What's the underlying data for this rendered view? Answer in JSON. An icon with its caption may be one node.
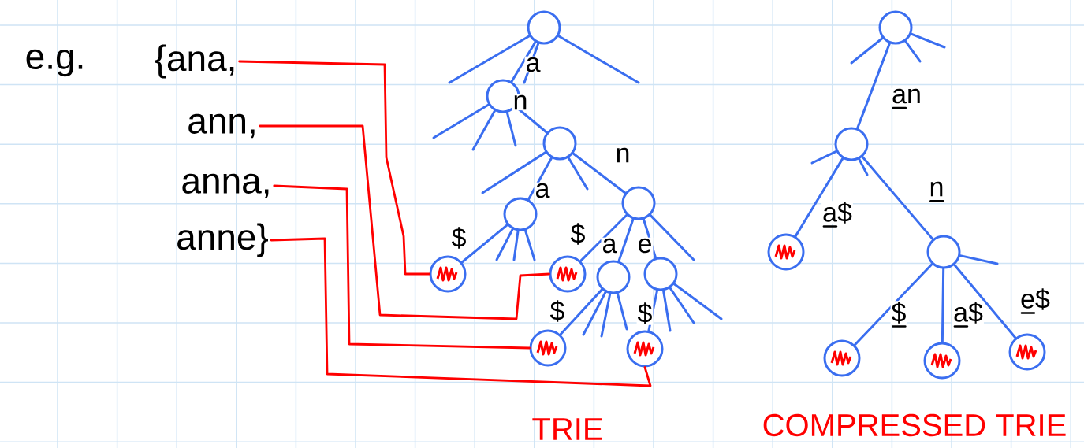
{
  "diagram": {
    "nodes": [
      {
        "text": [
          "{ana,"
        ]
      },
      {
        "text": [
          "ann,"
        ]
      },
      {
        "text": [
          "anna,"
        ]
      },
      {
        "text": [
          "anne}"
        ]
      },
      {
        "text": [],
        "shape": "circle"
      },
      {
        "text": [],
        "shape": "circle"
      },
      {
        "text": [],
        "shape": "circle"
      },
      {
        "text": [],
        "shape": "circle"
      },
      {
        "text": [],
        "shape": "circle"
      },
      {
        "text": [],
        "shape": "circle"
      },
      {
        "text": [],
        "shape": "circle"
      },
      {
        "text": [],
        "shape": "circle"
      },
      {
        "text": [],
        "shape": "circle"
      },
      {
        "text": [],
        "shape": "circle"
      },
      {
        "text": [],
        "shape": "circle"
      },
      {
        "text": [],
        "shape": "circle"
      },
      {
        "text": [],
        "shape": "circle"
      },
      {
        "text": [],
        "shape": "circle"
      },
      {
        "text": [],
        "shape": "circle"
      },
      {
        "text": [],
        "shape": "circle"
      },
      {
        "text": [],
        "shape": "circle"
      },
      {
        "text": [],
        "shape": "circle"
      }
    ],
    "edges": [
      {
        "from": 4,
        "to": 5,
        "arrow": "none",
        "label": "a"
      },
      {
        "from": 5,
        "to": 6,
        "arrow": "none",
        "label": "n"
      },
      {
        "from": 6,
        "to": 7,
        "arrow": "none",
        "label": "a"
      },
      {
        "from": 6,
        "to": 8,
        "arrow": "none",
        "label": "n"
      },
      {
        "from": 7,
        "to": 9,
        "arrow": "none",
        "label": "$"
      },
      {
        "from": 8,
        "to": 10,
        "arrow": "none",
        "label": "$"
      },
      {
        "from": 8,
        "to": 11,
        "arrow": "none",
        "label": "a"
      },
      {
        "from": 8,
        "to": 12,
        "arrow": "none",
        "label": "e"
      },
      {
        "from": 11,
        "to": 13,
        "arrow": "none",
        "label": "$"
      },
      {
        "from": 12,
        "to": 14,
        "arrow": "none",
        "label": "$"
      },
      {
        "from": 15,
        "to": 16,
        "arrow": "none",
        "label": "an"
      },
      {
        "from": 16,
        "to": 17,
        "arrow": "none",
        "label": "a$"
      },
      {
        "from": 16,
        "to": 18,
        "arrow": "none",
        "label": "n"
      },
      {
        "from": 18,
        "to": 19,
        "arrow": "none",
        "label": "$"
      },
      {
        "from": 18,
        "to": 20,
        "arrow": "none",
        "label": "a$"
      },
      {
        "from": 18,
        "to": 21,
        "arrow": "none",
        "label": "e$"
      },
      {
        "from": 0,
        "to": 9,
        "arrow": "none",
        "color": "#ff0000"
      },
      {
        "from": 1,
        "to": 10,
        "arrow": "none",
        "color": "#ff0000"
      },
      {
        "from": 2,
        "to": 13,
        "arrow": "none",
        "color": "#ff0000"
      },
      {
        "from": 3,
        "to": 14,
        "arrow": "none",
        "color": "#ff0000"
      }
    ],
    "labels": [
      "e.g.",
      "TRIE",
      "COMPRESSED TRIE"
    ]
  }
}
